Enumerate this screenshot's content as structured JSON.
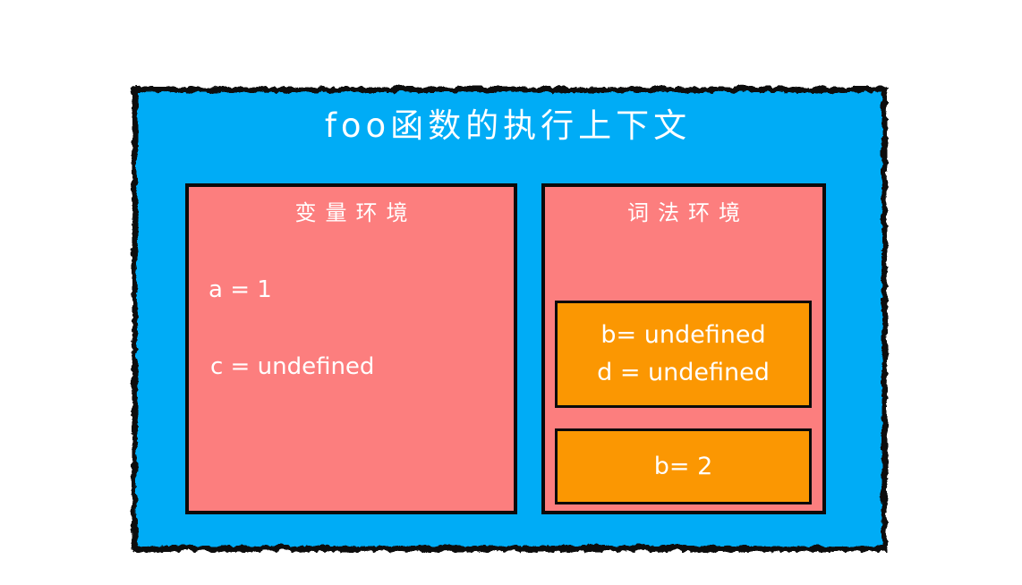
{
  "diagram": {
    "title": "foo函数的执行上下文",
    "colors": {
      "page_bg": "#ffffff",
      "container_fill": "#00ACF6",
      "env_fill": "#FC7E7E",
      "inner_fill": "#FB9702",
      "stroke": "#0a0a0a",
      "text": "#ffffff"
    },
    "variable_environment": {
      "label": "变量环境",
      "entries": [
        "a = 1",
        "c = undefined"
      ]
    },
    "lexical_environment": {
      "label": "词法环境",
      "blocks": [
        {
          "lines": [
            "b= undefined",
            "d = undefined"
          ]
        },
        {
          "lines": [
            "b= 2"
          ]
        }
      ]
    }
  }
}
